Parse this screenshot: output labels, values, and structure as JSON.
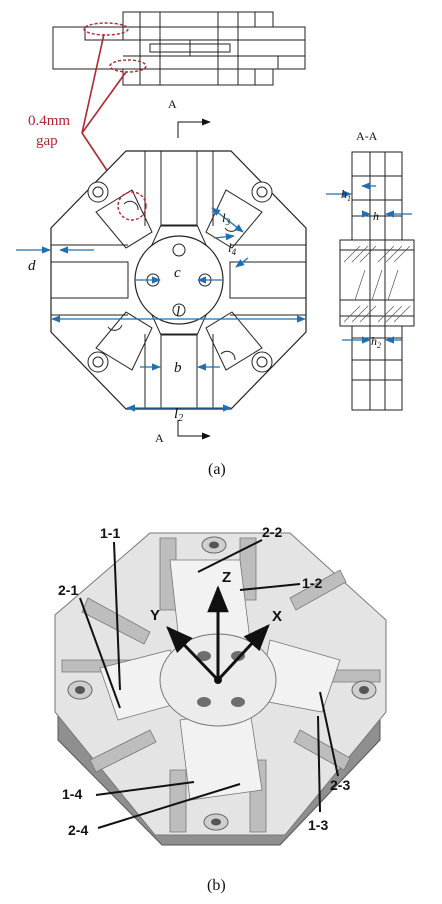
{
  "panel_a": {
    "callout": "0.4mm\ngap",
    "section_label": "A",
    "section_view_title": "A-A",
    "dims": {
      "d": "d",
      "c": "c",
      "l": "l",
      "b": "b",
      "l2": "l",
      "l2_sub": "2",
      "l3": "l",
      "l3_sub": "3",
      "l4": "l",
      "l4_sub": "4",
      "h1": "h",
      "h1_sub": "1",
      "h": "h",
      "h2": "h",
      "h2_sub": "2"
    },
    "caption": "(a)"
  },
  "panel_b": {
    "axes": {
      "x": "X",
      "y": "Y",
      "z": "Z"
    },
    "part_labels": [
      "1-1",
      "2-1",
      "2-2",
      "1-2",
      "2-3",
      "1-3",
      "1-4",
      "2-4"
    ],
    "caption": "(b)"
  },
  "colors": {
    "callout_red": "#b3262d",
    "dimension_blue": "#1f6fb5",
    "line": "#222222"
  }
}
